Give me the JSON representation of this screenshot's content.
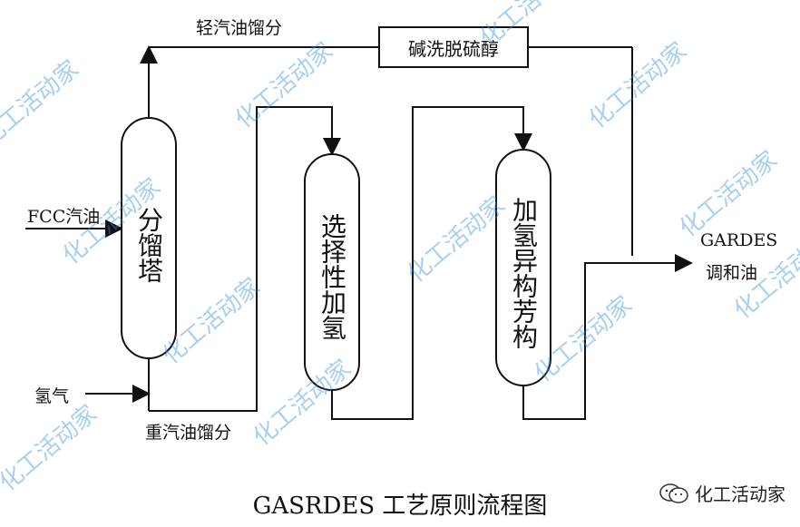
{
  "diagram": {
    "caption": "GASRDES 工艺原则流程图",
    "inputs": {
      "fcc": "FCC汽油",
      "hydrogen": "氢气"
    },
    "streams": {
      "light": "轻汽油馏分",
      "heavy": "重汽油馏分"
    },
    "treatment_box": "碱洗脱硫醇",
    "columns": [
      {
        "label": "分馏塔"
      },
      {
        "label": "选择性加氢"
      },
      {
        "label": "加氢异构芳构"
      }
    ],
    "output": {
      "line1": "GARDES",
      "line2": "调和油"
    }
  },
  "watermark": {
    "text": "化工活动家",
    "color": "#2f8fe0"
  },
  "brand": {
    "label": "化工活动家",
    "icon": "wechat-icon"
  }
}
